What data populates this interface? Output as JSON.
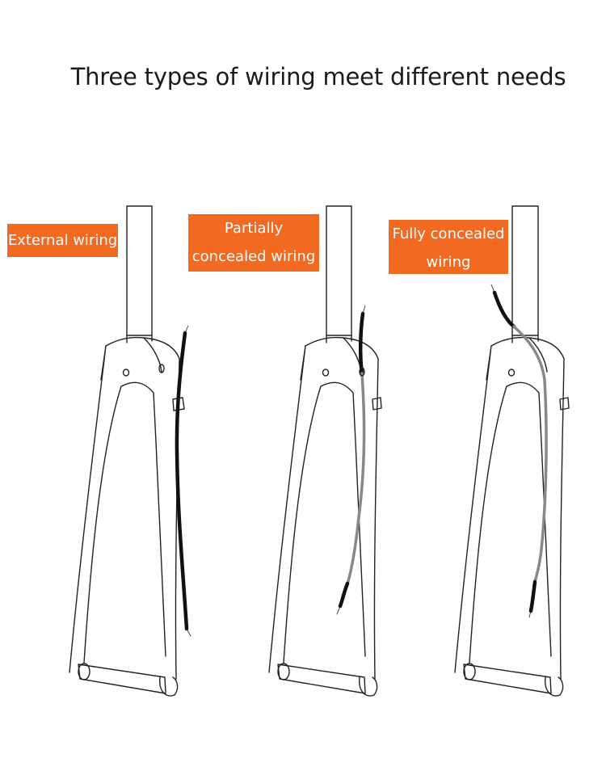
{
  "title": "Three types of wiring meet different needs",
  "labels": {
    "external": "External wiring",
    "partial_line1": "Partially",
    "partial_line2": "concealed wiring",
    "full_line1": "Fully concealed",
    "full_line2": "wiring"
  },
  "colors": {
    "label_bg": "#f26a21",
    "label_text": "#ffffff",
    "outline": "#222222",
    "cable_dark": "#111111",
    "cable_hidden": "#888888"
  }
}
